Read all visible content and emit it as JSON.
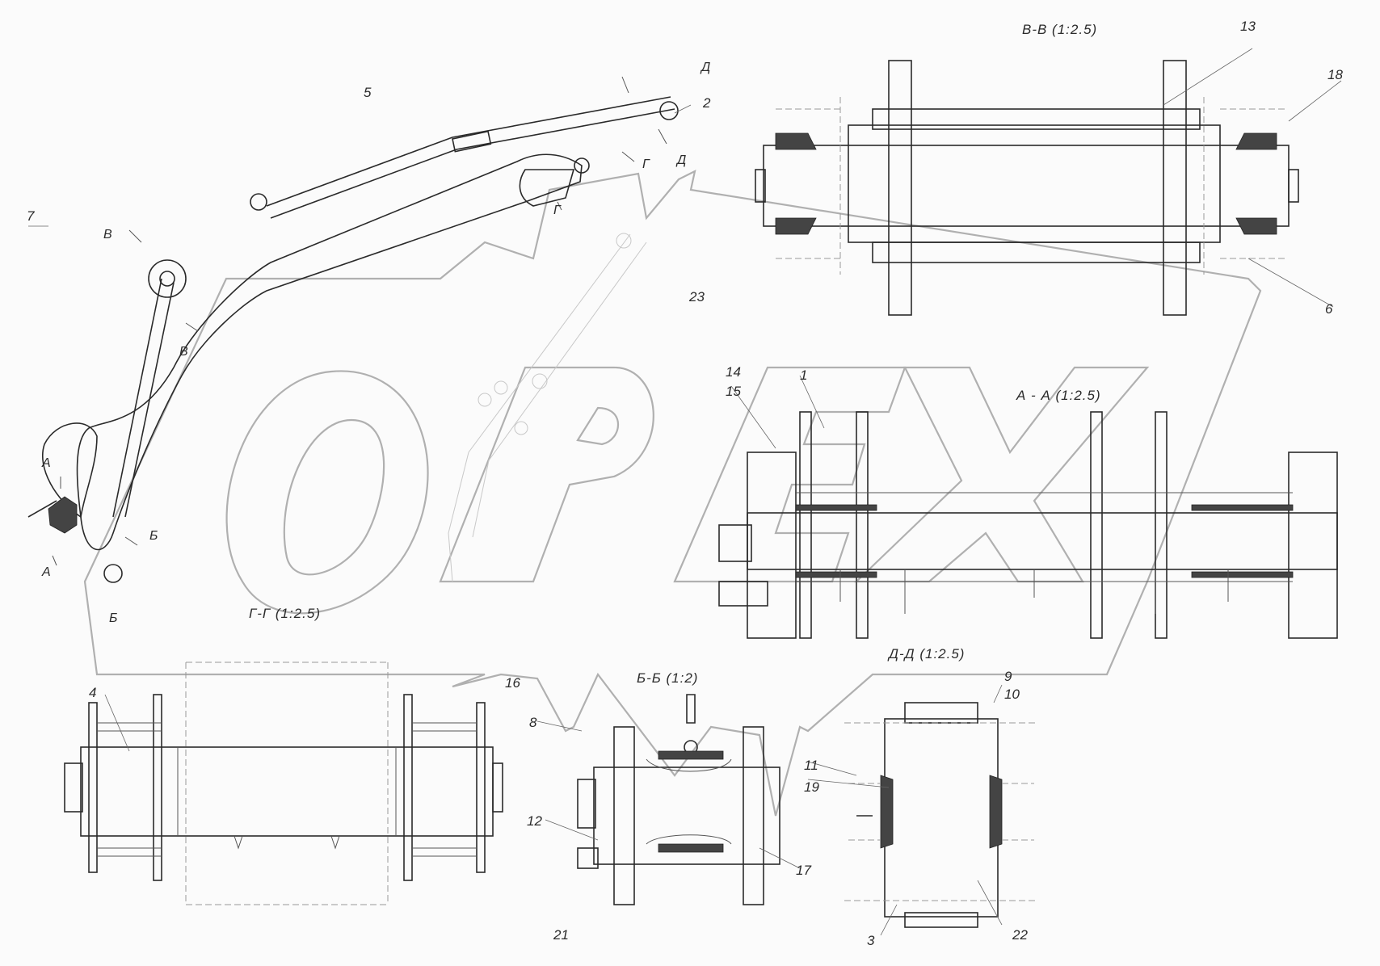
{
  "colors": {
    "background": "#fbfbfb",
    "line": "#2a2a2a",
    "watermark": "#b0b0b0"
  },
  "watermark": {
    "text": "OPEX"
  },
  "sections": {
    "vv": "В-В (1:2.5)",
    "aa": "А - А (1:2.5)",
    "gg": "Г-Г (1:2.5)",
    "bb": "Б-Б (1:2)",
    "dd": "Д-Д (1:2.5)"
  },
  "cut_marks": {
    "d_top": "Д",
    "d_bottom": "Д",
    "g_right": "Г",
    "g_left": "Г",
    "v_top": "В",
    "v_bottom": "В",
    "a_top": "А",
    "a_bottom": "А",
    "b_right": "Б",
    "b_bottom": "Б"
  },
  "positions": {
    "p1": "1",
    "p2": "2",
    "p3": "3",
    "p4": "4",
    "p5": "5",
    "p6": "6",
    "p7": "7",
    "p8": "8",
    "p9": "9",
    "p10": "10",
    "p11": "11",
    "p12": "12",
    "p13": "13",
    "p14": "14",
    "p15": "15",
    "p16": "16",
    "p17": "17",
    "p18": "18",
    "p19": "19",
    "p21": "21",
    "p22": "22",
    "p23": "23"
  }
}
